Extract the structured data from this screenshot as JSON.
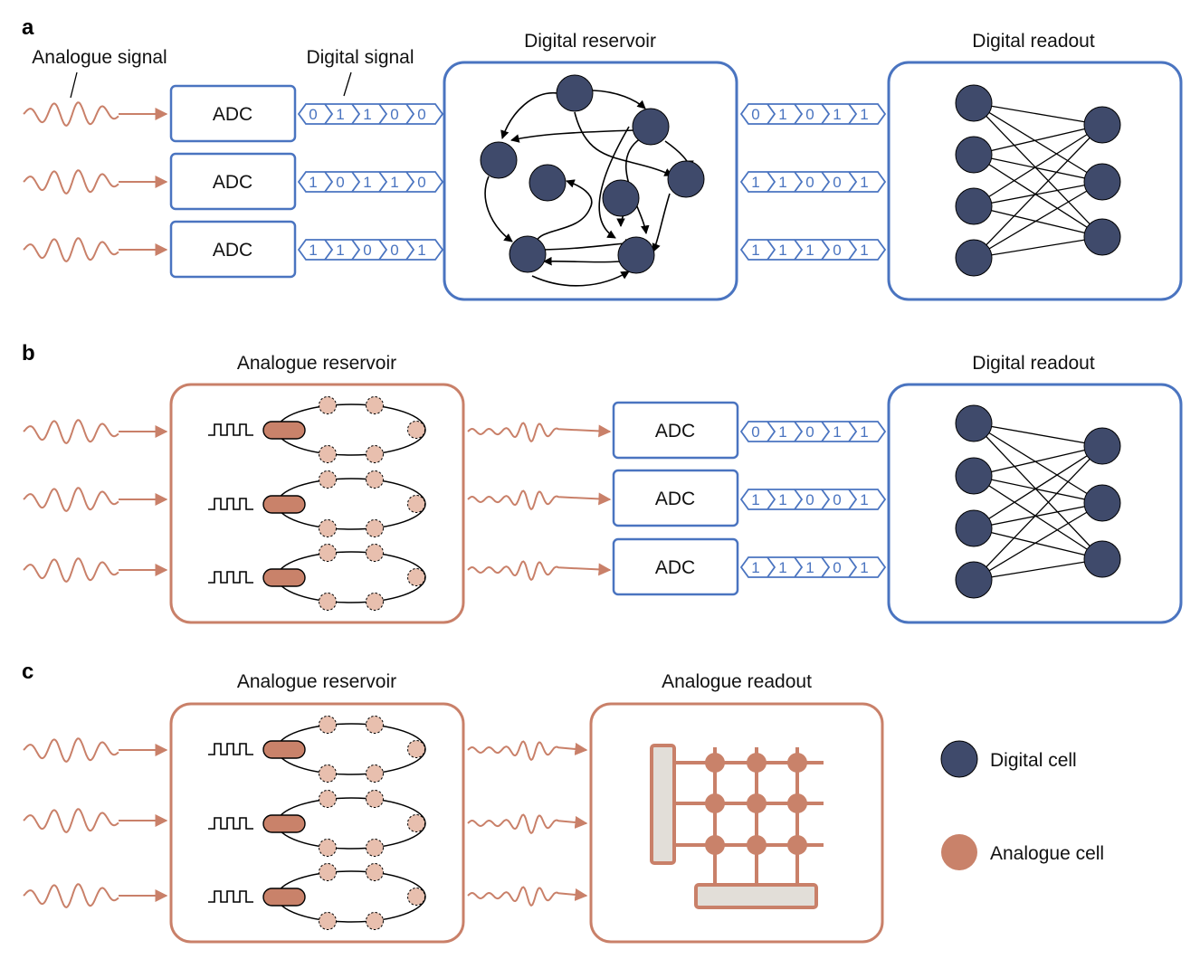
{
  "colors": {
    "digital_blue": "#4a74c0",
    "digital_cell": "#3f4a6b",
    "analogue": "#c98069",
    "analogue_cell": "#e8bfae",
    "memristor": "#c9826a",
    "crossbar_node": "#c9826a",
    "array_fill": "#e2ded8"
  },
  "panels": {
    "a": {
      "letter": "a",
      "labels": {
        "analogue_signal": "Analogue signal",
        "digital_signal": "Digital signal",
        "reservoir": "Digital reservoir",
        "readout": "Digital readout"
      },
      "adc_labels": [
        "ADC",
        "ADC",
        "ADC"
      ],
      "input_bits": [
        [
          "0",
          "1",
          "1",
          "0",
          "0"
        ],
        [
          "1",
          "0",
          "1",
          "1",
          "0"
        ],
        [
          "1",
          "1",
          "0",
          "0",
          "1"
        ]
      ],
      "output_bits": [
        [
          "0",
          "1",
          "0",
          "1",
          "1"
        ],
        [
          "1",
          "1",
          "0",
          "0",
          "1"
        ],
        [
          "1",
          "1",
          "1",
          "0",
          "1"
        ]
      ]
    },
    "b": {
      "letter": "b",
      "labels": {
        "reservoir": "Analogue reservoir",
        "readout": "Digital readout"
      },
      "adc_labels": [
        "ADC",
        "ADC",
        "ADC"
      ],
      "output_bits": [
        [
          "0",
          "1",
          "0",
          "1",
          "1"
        ],
        [
          "1",
          "1",
          "0",
          "0",
          "1"
        ],
        [
          "1",
          "1",
          "1",
          "0",
          "1"
        ]
      ]
    },
    "c": {
      "letter": "c",
      "labels": {
        "reservoir": "Analogue reservoir",
        "readout": "Analogue readout"
      }
    }
  },
  "legend": {
    "digital_cell": "Digital cell",
    "analogue_cell": "Analogue cell"
  }
}
